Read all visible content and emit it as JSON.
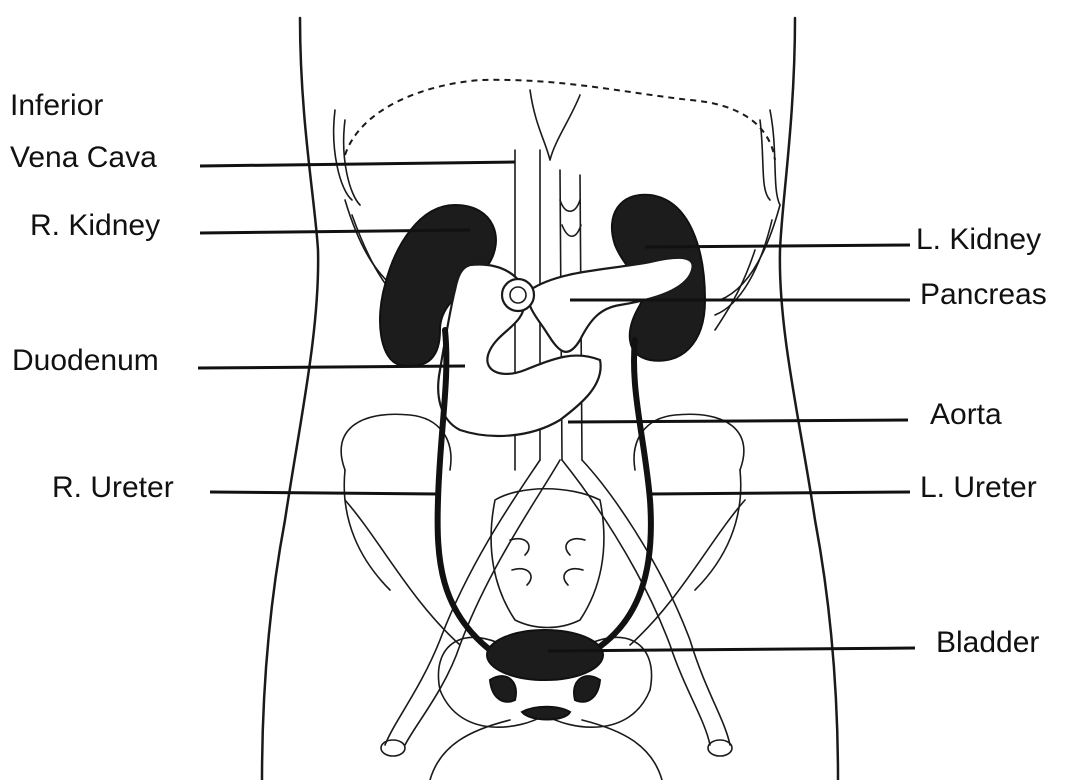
{
  "labels": {
    "ivc_line1": "Inferior",
    "ivc_line2": "Vena Cava",
    "r_kidney": "R. Kidney",
    "l_kidney": "L. Kidney",
    "pancreas": "Pancreas",
    "duodenum": "Duodenum",
    "aorta": "Aorta",
    "r_ureter": "R. Ureter",
    "l_ureter": "L. Ureter",
    "bladder": "Bladder"
  },
  "colors": {
    "ink": "#111111",
    "organ_dark": "#1c1c1c",
    "background": "#ffffff"
  }
}
